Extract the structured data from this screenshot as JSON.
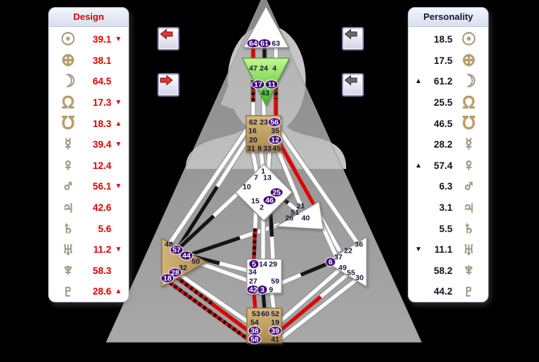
{
  "design_panel": {
    "title": "Design",
    "rows": [
      {
        "planet": "sun",
        "glyph": "☉",
        "value": "39.1",
        "arrow": "down"
      },
      {
        "planet": "earth",
        "glyph": "⊕",
        "value": "38.1",
        "arrow": ""
      },
      {
        "planet": "moon",
        "glyph": "☽",
        "value": "64.5",
        "arrow": ""
      },
      {
        "planet": "north-node",
        "glyph": "Ω",
        "value": "17.3",
        "arrow": "down"
      },
      {
        "planet": "south-node",
        "glyph": "℧",
        "value": "18.3",
        "arrow": "up"
      },
      {
        "planet": "mercury",
        "glyph": "☿",
        "value": "39.4",
        "arrow": "down"
      },
      {
        "planet": "venus",
        "glyph": "♀",
        "value": "12.4",
        "arrow": ""
      },
      {
        "planet": "mars",
        "glyph": "♂",
        "value": "56.1",
        "arrow": "down"
      },
      {
        "planet": "jupiter",
        "glyph": "♃",
        "value": "42.6",
        "arrow": ""
      },
      {
        "planet": "saturn",
        "glyph": "♄",
        "value": "5.6",
        "arrow": ""
      },
      {
        "planet": "uranus",
        "glyph": "♅",
        "value": "11.2",
        "arrow": "down"
      },
      {
        "planet": "neptune",
        "glyph": "♆",
        "value": "58.3",
        "arrow": ""
      },
      {
        "planet": "pluto",
        "glyph": "♇",
        "value": "28.6",
        "arrow": "up"
      }
    ]
  },
  "personality_panel": {
    "title": "Personality",
    "rows": [
      {
        "planet": "sun",
        "glyph": "☉",
        "value": "18.5",
        "arrow": ""
      },
      {
        "planet": "earth",
        "glyph": "⊕",
        "value": "17.5",
        "arrow": ""
      },
      {
        "planet": "moon",
        "glyph": "☽",
        "value": "61.2",
        "arrow": "up"
      },
      {
        "planet": "north-node",
        "glyph": "Ω",
        "value": "25.5",
        "arrow": ""
      },
      {
        "planet": "south-node",
        "glyph": "℧",
        "value": "46.5",
        "arrow": ""
      },
      {
        "planet": "mercury",
        "glyph": "☿",
        "value": "28.2",
        "arrow": ""
      },
      {
        "planet": "venus",
        "glyph": "♀",
        "value": "57.4",
        "arrow": "up"
      },
      {
        "planet": "mars",
        "glyph": "♂",
        "value": "6.3",
        "arrow": ""
      },
      {
        "planet": "jupiter",
        "glyph": "♃",
        "value": "3.1",
        "arrow": ""
      },
      {
        "planet": "saturn",
        "glyph": "♄",
        "value": "5.5",
        "arrow": ""
      },
      {
        "planet": "uranus",
        "glyph": "♅",
        "value": "11.1",
        "arrow": "down"
      },
      {
        "planet": "neptune",
        "glyph": "♆",
        "value": "58.2",
        "arrow": ""
      },
      {
        "planet": "pluto",
        "glyph": "♇",
        "value": "44.2",
        "arrow": ""
      }
    ]
  },
  "nav_buttons": [
    {
      "name": "design-back-button",
      "side": "left",
      "slot": 0,
      "direction": "left",
      "color": "red"
    },
    {
      "name": "design-forward-button",
      "side": "left",
      "slot": 1,
      "direction": "right",
      "color": "red"
    },
    {
      "name": "personality-back-button-top",
      "side": "right",
      "slot": 0,
      "direction": "left",
      "color": "gray"
    },
    {
      "name": "personality-back-button-bottom",
      "side": "right",
      "slot": 1,
      "direction": "left",
      "color": "gray"
    }
  ],
  "colors": {
    "design_accent": "#e10000",
    "personality_accent": "#15153a",
    "gold": "#dba433",
    "oval_purple": "#42067c",
    "channel_red": "#dd0000",
    "channel_black": "#141414",
    "arrow_red": "#e03535",
    "arrow_gray": "#6a6a6a",
    "center_tan": "#c3a05f",
    "ajna_green": "#59c832"
  },
  "bodygraph": {
    "activated": {
      "red": [
        64,
        12,
        56,
        42,
        38,
        39
      ],
      "black": [
        61,
        25,
        46,
        57,
        44,
        6,
        3
      ],
      "both": [
        17,
        11,
        18,
        28,
        5,
        58
      ]
    },
    "centers": {
      "head": {
        "gates": [
          64,
          61,
          63
        ]
      },
      "ajna": {
        "gates": [
          47,
          24,
          4,
          17,
          11,
          43
        ]
      },
      "throat": {
        "gates": [
          62,
          23,
          56,
          16,
          35,
          20,
          12,
          31,
          8,
          33,
          45
        ]
      },
      "g_center": {
        "gates": [
          1,
          7,
          13,
          10,
          25,
          15,
          46,
          2
        ]
      },
      "heart": {
        "gates": [
          21,
          51,
          26,
          40
        ]
      },
      "spleen": {
        "gates": [
          48,
          57,
          44,
          50,
          32,
          28,
          18
        ]
      },
      "solar_plexus": {
        "gates": [
          36,
          22,
          37,
          6,
          49,
          55,
          30
        ]
      },
      "sacral": {
        "gates": [
          5,
          14,
          29,
          34,
          27,
          59,
          42,
          3,
          9
        ]
      },
      "root": {
        "gates": [
          53,
          60,
          52,
          54,
          19,
          38,
          39,
          58,
          41
        ]
      }
    },
    "channels": [
      [
        "64",
        "47"
      ],
      [
        "61",
        "24"
      ],
      [
        "63",
        "4"
      ],
      [
        "17",
        "62"
      ],
      [
        "43",
        "23"
      ],
      [
        "11",
        "56"
      ],
      [
        "31",
        "7"
      ],
      [
        "8",
        "1"
      ],
      [
        "33",
        "13"
      ],
      [
        "45",
        "21"
      ],
      [
        "16",
        "48"
      ],
      [
        "20",
        "57"
      ],
      [
        "10",
        "57"
      ],
      [
        "44",
        "26"
      ],
      [
        "12",
        "22"
      ],
      [
        "35",
        "36"
      ],
      [
        "25",
        "51"
      ],
      [
        "40",
        "37"
      ],
      [
        "15",
        "5"
      ],
      [
        "2",
        "14"
      ],
      [
        "46",
        "29"
      ],
      [
        "42",
        "53"
      ],
      [
        "3",
        "60"
      ],
      [
        "9",
        "52"
      ],
      [
        "59",
        "6"
      ],
      [
        "27",
        "50"
      ],
      [
        "34",
        "57"
      ],
      [
        "32",
        "54"
      ],
      [
        "28",
        "38"
      ],
      [
        "18",
        "58"
      ],
      [
        "19",
        "49"
      ],
      [
        "39",
        "55"
      ],
      [
        "41",
        "30"
      ]
    ]
  }
}
